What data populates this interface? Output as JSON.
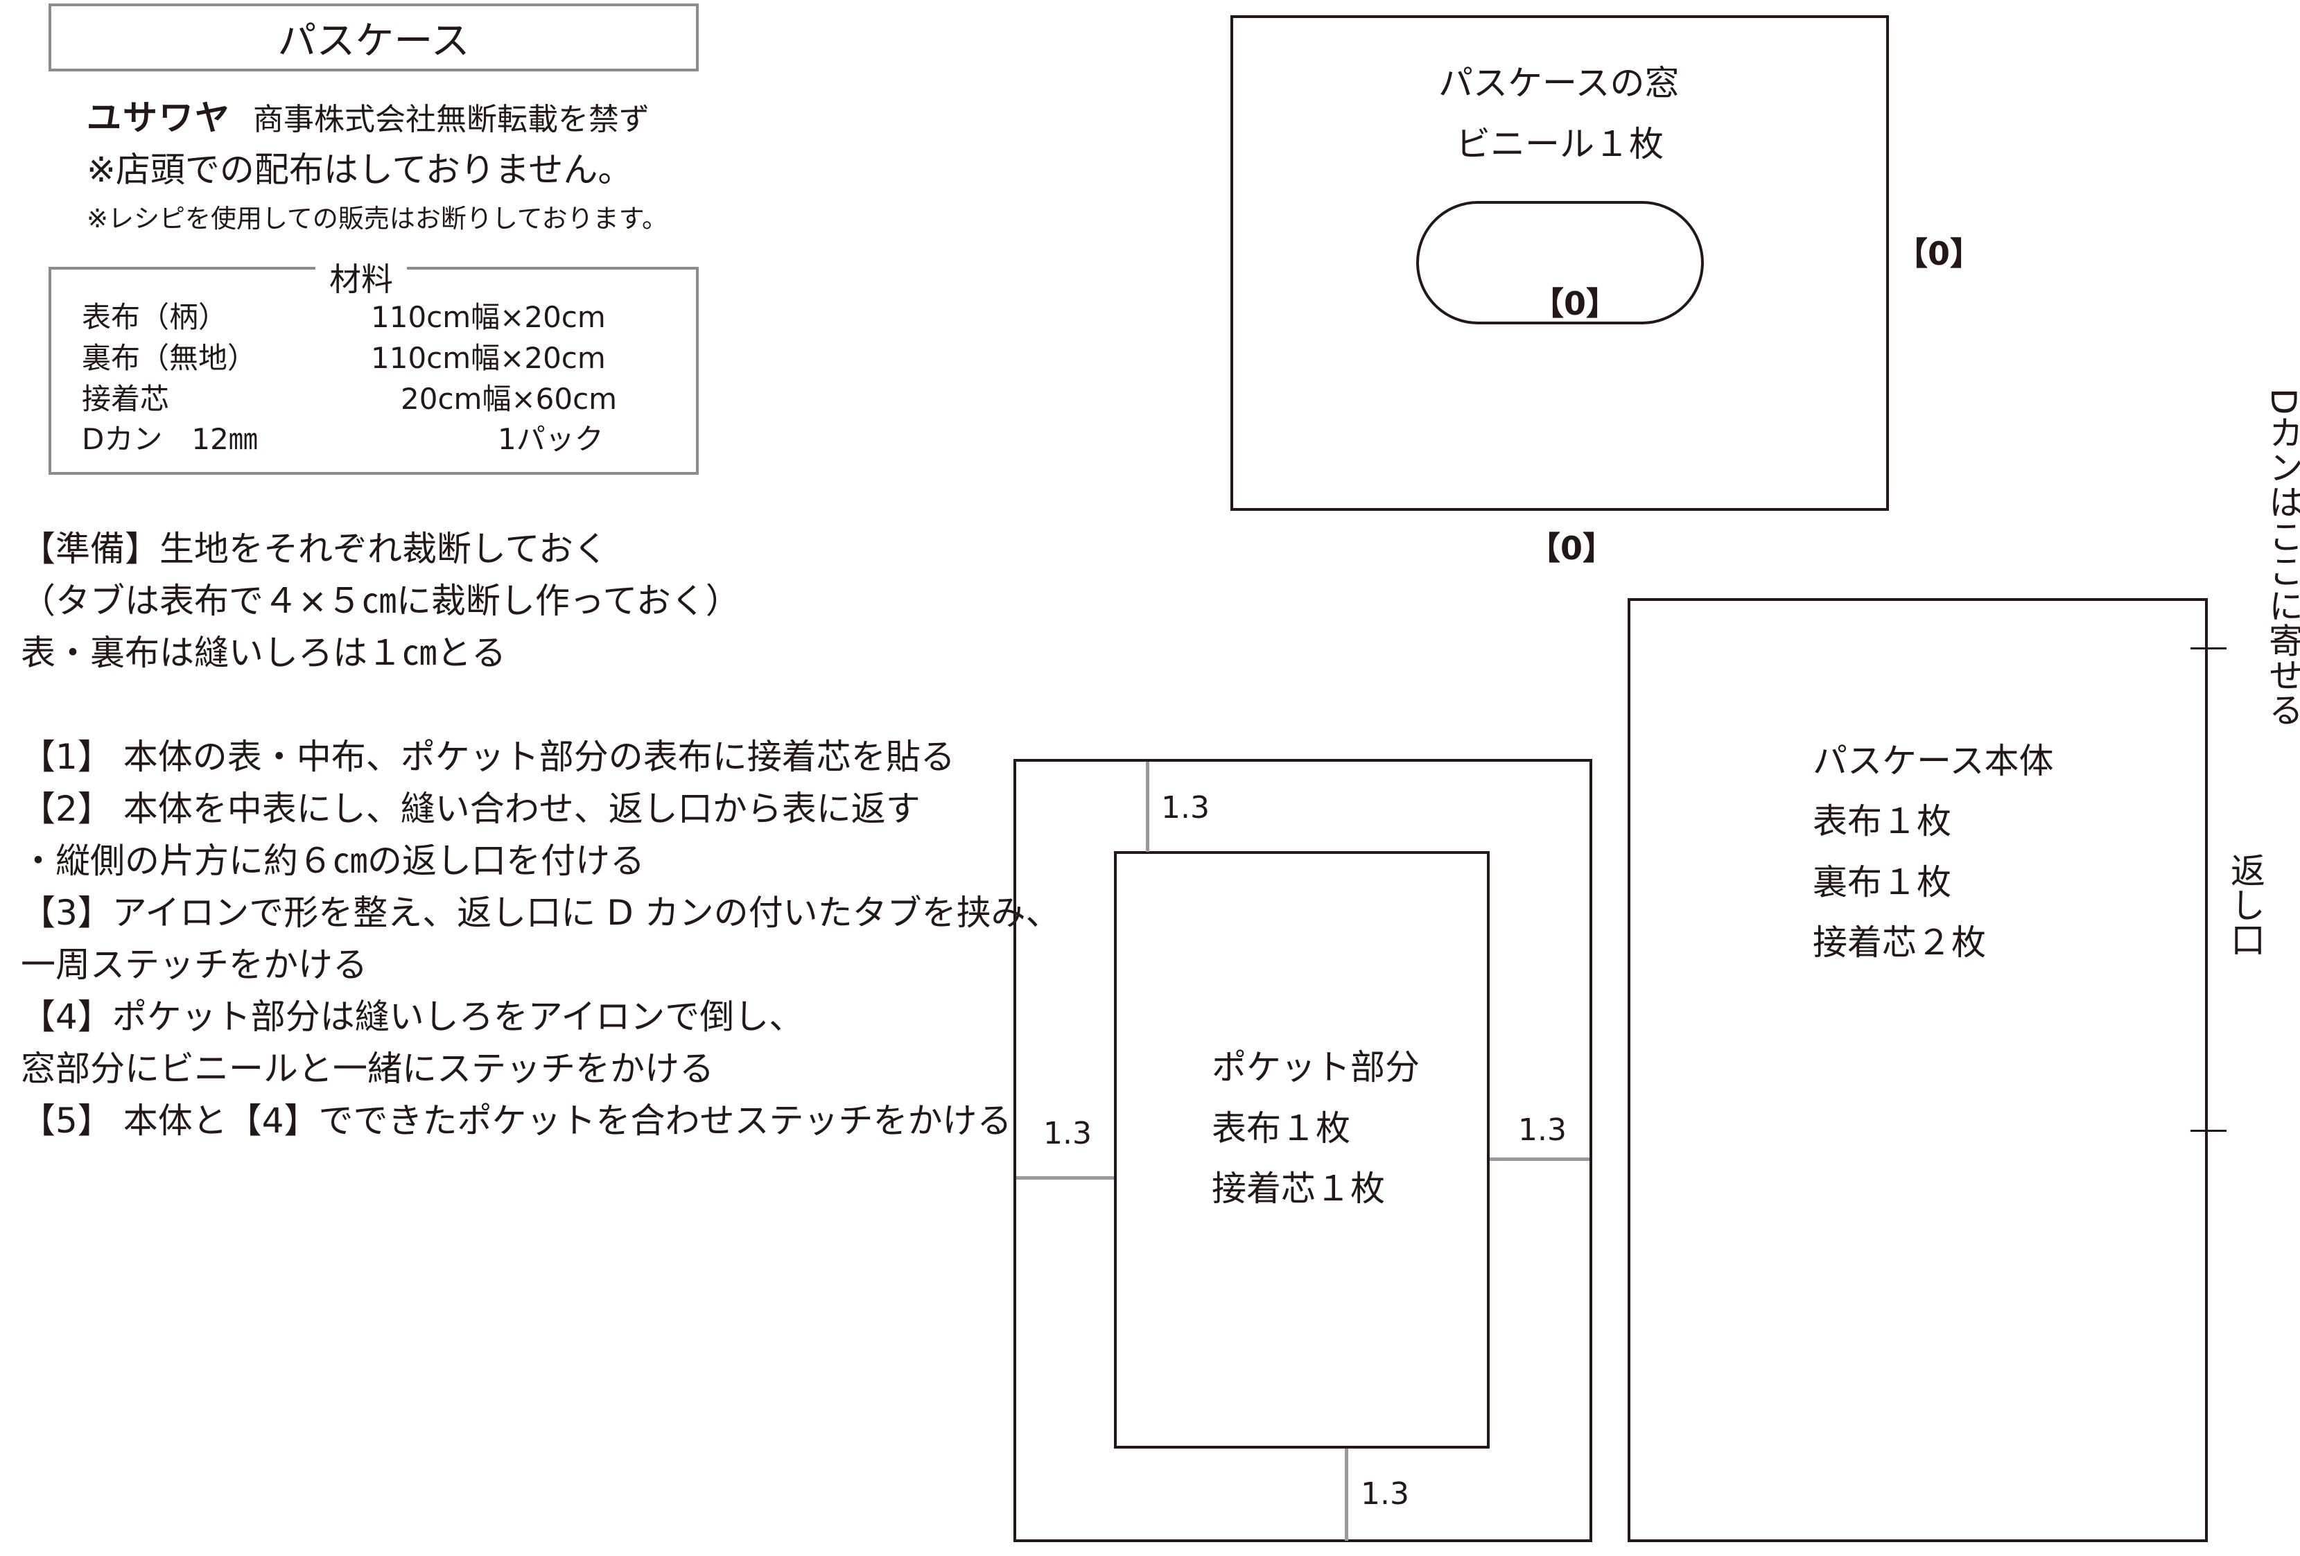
{
  "header": {
    "title": "パスケース",
    "logo": "ユサワヤ",
    "copyright": "商事株式会社無断転載を禁ず",
    "notice_store": "※店頭での配布はしておりません。",
    "notice_sale": "※レシピを使用しての販売はお断りしております。"
  },
  "materials": {
    "title": "材料",
    "items": [
      {
        "name": "表布（柄）",
        "qty": "110cm幅×20cm"
      },
      {
        "name": "裏布（無地）",
        "qty": "110cm幅×20cm"
      },
      {
        "name": "接着芯",
        "qty": "20cm幅×60cm"
      },
      {
        "name": "Dカン　12㎜",
        "qty": "1パック"
      }
    ]
  },
  "instructions": [
    "【準備】生地をそれぞれ裁断しておく",
    "（タブは表布で４×５㎝に裁断し作っておく）",
    "表・裏布は縫いしろは１㎝とる",
    "",
    "【1】 本体の表・中布、ポケット部分の表布に接着芯を貼る",
    "【2】 本体を中表にし、縫い合わせ、返し口から表に返す",
    "・縦側の片方に約６㎝の返し口を付ける",
    "【3】アイロンで形を整え、返し口に D カンの付いたタブを挟み、",
    "一周ステッチをかける",
    "【4】ポケット部分は縫いしろをアイロンで倒し、",
    "窓部分にビニールと一緒にステッチをかける",
    "【5】 本体と【4】でできたポケットを合わせステッチをかける"
  ],
  "window_piece": {
    "name": "パスケースの窓",
    "material": "ビニール１枚",
    "inner_dim": "【0】",
    "right_dim": "【0】",
    "bottom_dim": "【0】"
  },
  "pocket_piece": {
    "name": "ポケット部分",
    "line1": "表布１枚",
    "line2": "接着芯１枚",
    "dim_top": "1.3",
    "dim_left": "1.3",
    "dim_right": "1.3",
    "dim_bottom": "1.3"
  },
  "body_piece": {
    "name": "パスケース本体",
    "line1": "表布１枚",
    "line2": "裏布１枚",
    "line3": "接着芯２枚",
    "dcan_note": "Dカンはここに寄せる",
    "return_opening": "返し口"
  }
}
